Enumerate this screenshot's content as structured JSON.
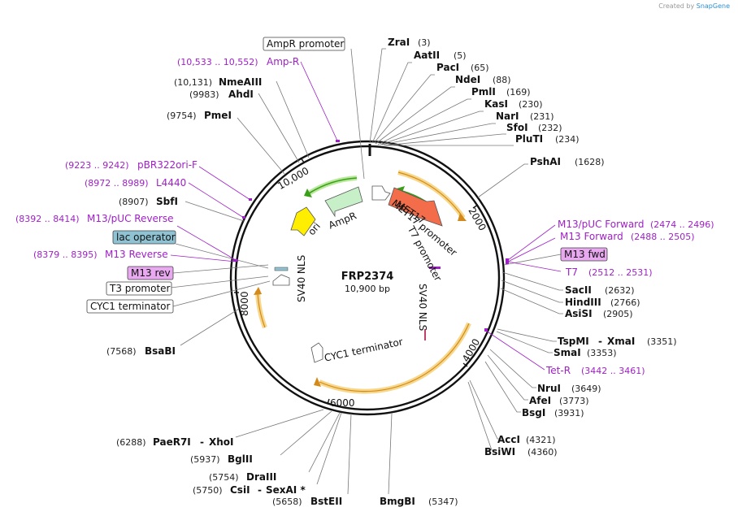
{
  "credit": {
    "prefix": "Created by",
    "brand": "SnapGene"
  },
  "map": {
    "name": "FRP2374",
    "length": "10,900 bp"
  },
  "ticks": [
    "10,000",
    "2000",
    "4000",
    "6000",
    "8000"
  ],
  "features": {
    "met17": "MET17",
    "met17_promoter": "MET17 promoter",
    "t7_promoter": "T7 promoter",
    "sv40_nls_right": "SV40 NLS",
    "sv40_nls_left": "SV40 NLS",
    "cyc1_terminator": "CYC1 terminator",
    "ampr": "AmpR",
    "ori": "ori"
  },
  "boxes": {
    "ampr_promoter": "AmpR promoter",
    "lac_operator": "lac operator",
    "m13_rev": "M13 rev",
    "t3_promoter": "T3 promoter",
    "cyc1_terminator": "CYC1 terminator",
    "m13_fwd": "M13 fwd"
  },
  "sites": [
    {
      "name": "ZraI",
      "pos": "(3)"
    },
    {
      "name": "AatII",
      "pos": "(5)"
    },
    {
      "name": "PacI",
      "pos": "(65)"
    },
    {
      "name": "NdeI",
      "pos": "(88)"
    },
    {
      "name": "PmlI",
      "pos": "(169)"
    },
    {
      "name": "KasI",
      "pos": "(230)"
    },
    {
      "name": "NarI",
      "pos": "(231)"
    },
    {
      "name": "SfoI",
      "pos": "(232)"
    },
    {
      "name": "PluTI",
      "pos": "(234)"
    },
    {
      "name": "PshAI",
      "pos": "(1628)"
    },
    {
      "name": "SacII",
      "pos": "(2632)"
    },
    {
      "name": "HindIII",
      "pos": "(2766)"
    },
    {
      "name": "AsiSI",
      "pos": "(2905)"
    },
    {
      "name": "TspMI",
      "name2": "XmaI",
      "pos": "(3351)"
    },
    {
      "name": "SmaI",
      "pos": "(3353)"
    },
    {
      "name": "NruI",
      "pos": "(3649)"
    },
    {
      "name": "AfeI",
      "pos": "(3773)"
    },
    {
      "name": "BsgI",
      "pos": "(3931)"
    },
    {
      "name": "AccI",
      "pos": "(4321)"
    },
    {
      "name": "BsiWI",
      "pos": "(4360)"
    },
    {
      "name": "BmgBI",
      "pos": "(5347)"
    },
    {
      "name": "BstEII",
      "pos": "(5658)"
    },
    {
      "name": "CsiI",
      "name2": "SexAI *",
      "pos": "(5750)"
    },
    {
      "name": "DraIII",
      "pos": "(5754)"
    },
    {
      "name": "BglII",
      "pos": "(5937)"
    },
    {
      "name": "PaeR7I",
      "name2": "XhoI",
      "pos": "(6288)"
    },
    {
      "name": "BsaBI",
      "pos": "(7568)"
    },
    {
      "name": "SbfI",
      "pos": "(8907)"
    },
    {
      "name": "PmeI",
      "pos": "(9754)"
    },
    {
      "name": "AhdI",
      "pos": "(9983)"
    },
    {
      "name": "NmeAIII",
      "pos": "(10,131)"
    }
  ],
  "primers": [
    {
      "name": "Amp-R",
      "pos": "(10,533 .. 10,552)"
    },
    {
      "name": "pBR322ori-F",
      "pos": "(9223 .. 9242)"
    },
    {
      "name": "L4440",
      "pos": "(8972 .. 8989)"
    },
    {
      "name": "M13/pUC Reverse",
      "pos": "(8392 .. 8414)"
    },
    {
      "name": "M13 Reverse",
      "pos": "(8379 .. 8395)"
    },
    {
      "name": "M13/pUC Forward",
      "pos": "(2474 .. 2496)"
    },
    {
      "name": "M13 Forward",
      "pos": "(2488 .. 2505)"
    },
    {
      "name": "T7",
      "pos": "(2512 .. 2531)"
    },
    {
      "name": "Tet-R",
      "pos": "(3442 .. 3461)"
    }
  ],
  "colors": {
    "met17": "#f36d4a",
    "ampr": "#c8f0c8",
    "ori": "#ffee00",
    "orf_stroke": "#f0b040",
    "orf_arrow": "#3a9e1a",
    "primer": "#a020c8",
    "lac_operator": "#8fc3d3",
    "m13_box": "#e9a9f0"
  }
}
